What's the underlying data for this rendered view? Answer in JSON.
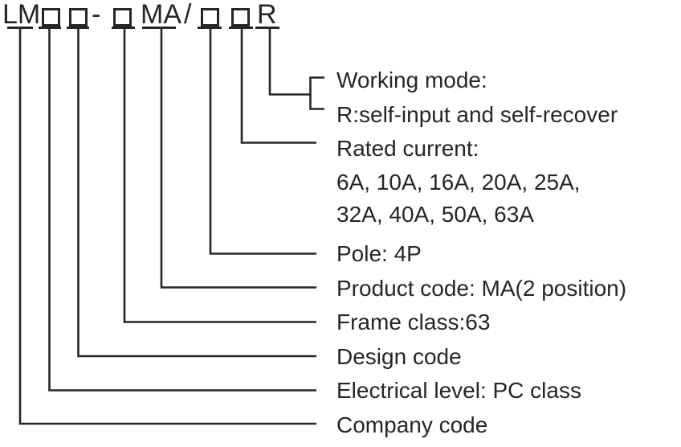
{
  "diagram": {
    "full_code": "LM□□-□MA/□□R",
    "model_code": {
      "parts": [
        {
          "type": "text",
          "text": "LM",
          "meaning": "Company code"
        },
        {
          "type": "box",
          "meaning": "Electrical level"
        },
        {
          "type": "box",
          "meaning": "Design code"
        },
        {
          "type": "text",
          "text": "-"
        },
        {
          "type": "box",
          "meaning": "Frame class"
        },
        {
          "type": "text",
          "text": "MA",
          "meaning": "Product code"
        },
        {
          "type": "text",
          "text": "/"
        },
        {
          "type": "box",
          "meaning": "Pole"
        },
        {
          "type": "box",
          "meaning": "Rated current"
        },
        {
          "type": "text",
          "text": "R",
          "meaning": "Working mode"
        }
      ]
    },
    "labels": {
      "working_mode_title": "Working mode:",
      "working_mode_desc": "R:self-input and self-recover",
      "rated_current_title": "Rated current：",
      "rated_current_line1": "6A、10A、16A、20A、25A、",
      "rated_current_line2": "32A、40A、50A、63A",
      "pole": "Pole：4P",
      "product_code": "Product code：MA(2 position)",
      "frame_class": "Frame class:63",
      "design_code": "Design code",
      "electrical_level": "Electrical level：PC class",
      "company_code": "Company code"
    },
    "colors": {
      "ink": "#2a2425",
      "background": "#ffffff"
    }
  }
}
